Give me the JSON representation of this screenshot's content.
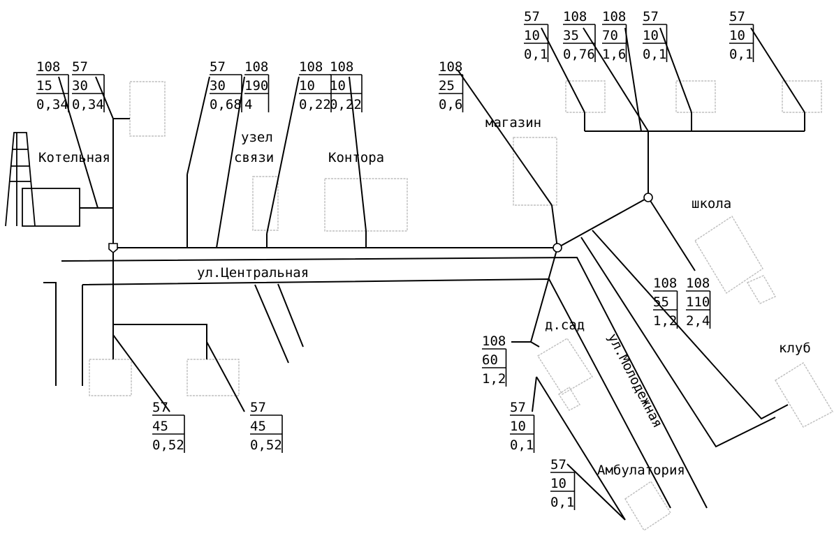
{
  "labels": {
    "kotelnaya": "Котельная",
    "uzel": "узел",
    "svyazi": "связи",
    "kontora": "Контора",
    "magazin": "магазин",
    "shkola": "школа",
    "klub": "клуб",
    "dsad": "д.сад",
    "ambulatoriya": "Амбулатория",
    "ul_centr": "ул.Центральная",
    "ul_molod": "ул.Молодежная"
  },
  "pipes": [
    {
      "d": "108",
      "l": "15",
      "q": "0,34"
    },
    {
      "d": "57",
      "l": "30",
      "q": "0,34"
    },
    {
      "d": "57",
      "l": "30",
      "q": "0,68"
    },
    {
      "d": "108",
      "l": "190",
      "q": "4"
    },
    {
      "d": "108",
      "l": "10",
      "q": "0,22"
    },
    {
      "d": "108",
      "l": "10",
      "q": "0,22"
    },
    {
      "d": "108",
      "l": "25",
      "q": "0,6"
    },
    {
      "d": "57",
      "l": "10",
      "q": "0,1"
    },
    {
      "d": "108",
      "l": "35",
      "q": "0,76"
    },
    {
      "d": "108",
      "l": "70",
      "q": "1,6"
    },
    {
      "d": "57",
      "l": "10",
      "q": "0,1"
    },
    {
      "d": "57",
      "l": "10",
      "q": "0,1"
    },
    {
      "d": "108",
      "l": "55",
      "q": "1,2"
    },
    {
      "d": "108",
      "l": "110",
      "q": "2,4"
    },
    {
      "d": "108",
      "l": "60",
      "q": "1,2"
    },
    {
      "d": "57",
      "l": "10",
      "q": "0,1"
    },
    {
      "d": "57",
      "l": "10",
      "q": "0,1"
    },
    {
      "d": "57",
      "l": "45",
      "q": "0,52"
    },
    {
      "d": "57",
      "l": "45",
      "q": "0,52"
    }
  ]
}
